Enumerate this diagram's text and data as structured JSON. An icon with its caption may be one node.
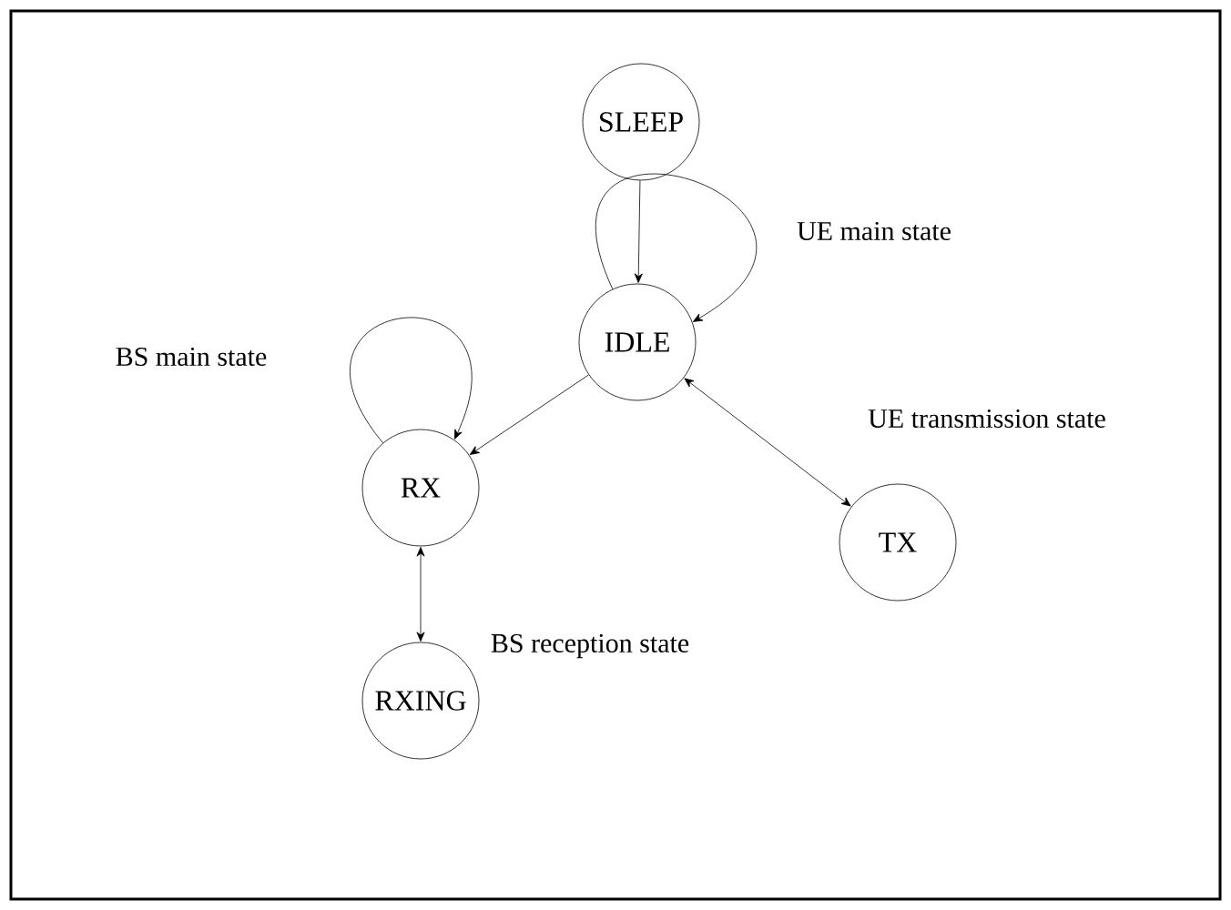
{
  "diagram": {
    "nodes": [
      {
        "text": [
          "SLEEP"
        ]
      },
      {
        "text": [
          "IDLE"
        ]
      },
      {
        "text": [
          "RX"
        ]
      },
      {
        "text": [
          "TX"
        ]
      },
      {
        "text": [
          "RXING"
        ]
      }
    ],
    "edges": [
      {
        "from": 0,
        "to": 1,
        "arrow": "to"
      },
      {
        "from": 1,
        "to": 1,
        "arrow": "to",
        "label": "UE main state"
      },
      {
        "from": 1,
        "to": 2,
        "arrow": "to"
      },
      {
        "from": 1,
        "to": 3,
        "arrow": "both",
        "label": "UE transmission state"
      },
      {
        "from": 2,
        "to": 2,
        "arrow": "to",
        "label": "BS main state"
      },
      {
        "from": 2,
        "to": 4,
        "arrow": "both",
        "label": "BS reception state"
      }
    ]
  }
}
